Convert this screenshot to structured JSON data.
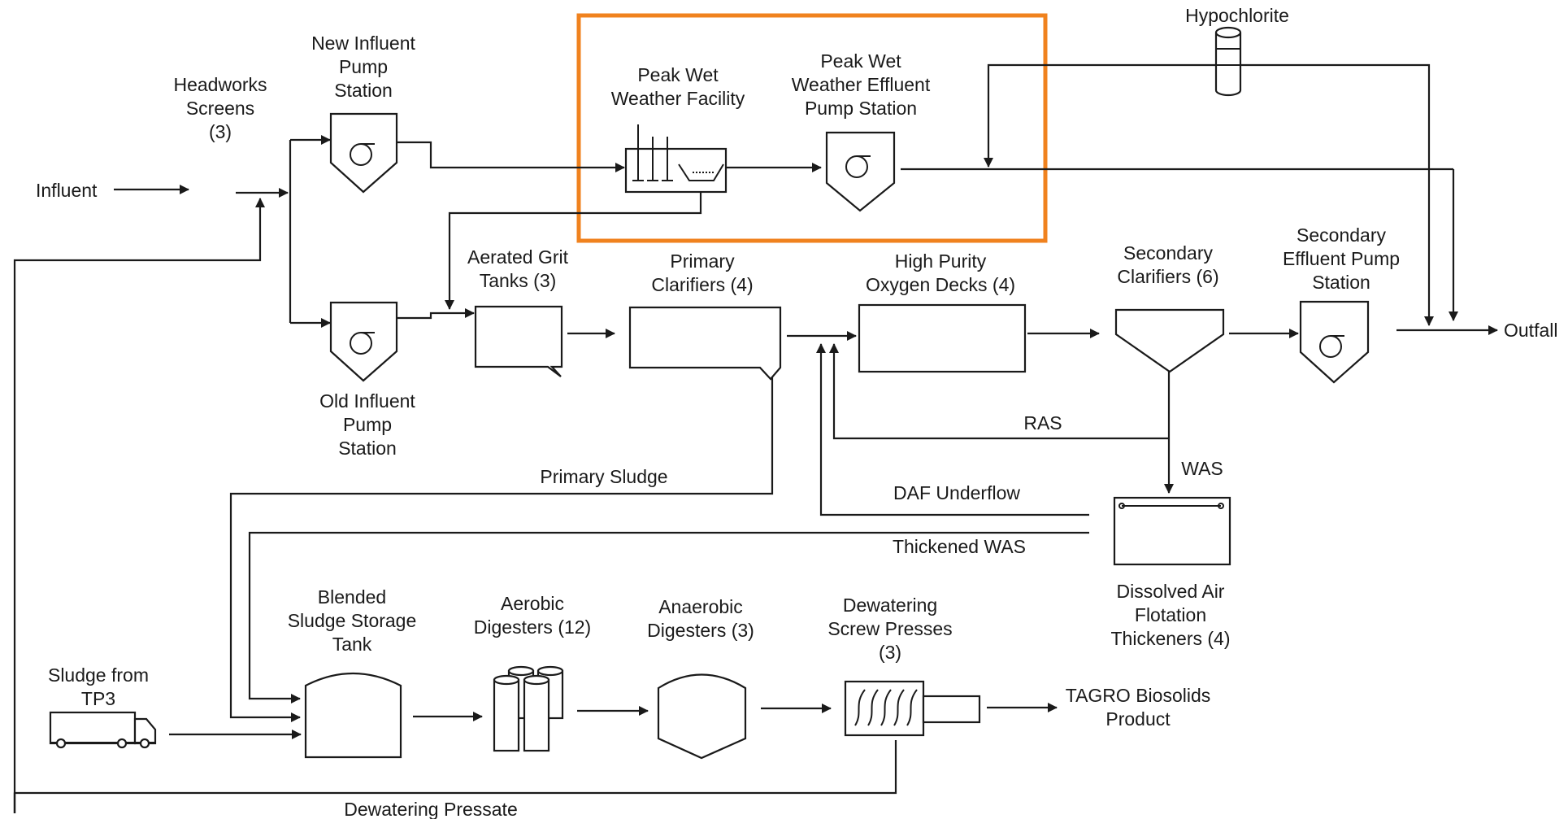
{
  "diagram": {
    "highlight_color": "#f0821e",
    "line_color": "#1a1a1a",
    "labels": {
      "influent": "Influent",
      "headworks": [
        "Headworks",
        "Screens",
        "(3)"
      ],
      "new_pump": [
        "New Influent",
        "Pump",
        "Station"
      ],
      "old_pump": [
        "Old Influent",
        "Pump",
        "Station"
      ],
      "peak_facility": [
        "Peak Wet",
        "Weather Facility"
      ],
      "peak_pump": [
        "Peak Wet",
        "Weather Effluent",
        "Pump Station"
      ],
      "hypochlorite": "Hypochlorite",
      "grit": [
        "Aerated Grit",
        "Tanks (3)"
      ],
      "primary": [
        "Primary",
        "Clarifiers (4)"
      ],
      "hpo": [
        "High Purity",
        "Oxygen Decks (4)"
      ],
      "secondary": [
        "Secondary",
        "Clarifiers (6)"
      ],
      "sec_pump": [
        "Secondary",
        "Effluent Pump",
        "Station"
      ],
      "outfall": "Outfall",
      "ras": "RAS",
      "was": "WAS",
      "primary_sludge": "Primary Sludge",
      "daf_underflow": "DAF Underflow",
      "thickened_was": "Thickened WAS",
      "daf": [
        "Dissolved Air",
        "Flotation",
        "Thickeners (4)"
      ],
      "sludge_tp3": [
        "Sludge from",
        "TP3"
      ],
      "blended": [
        "Blended",
        "Sludge Storage",
        "Tank"
      ],
      "aerobic": [
        "Aerobic",
        "Digesters (12)"
      ],
      "anaerobic": [
        "Anaerobic",
        "Digesters (3)"
      ],
      "screw": [
        "Dewatering",
        "Screw Presses",
        "(3)"
      ],
      "tagro": [
        "TAGRO Biosolids",
        "Product"
      ],
      "pressate": "Dewatering Pressate"
    }
  }
}
